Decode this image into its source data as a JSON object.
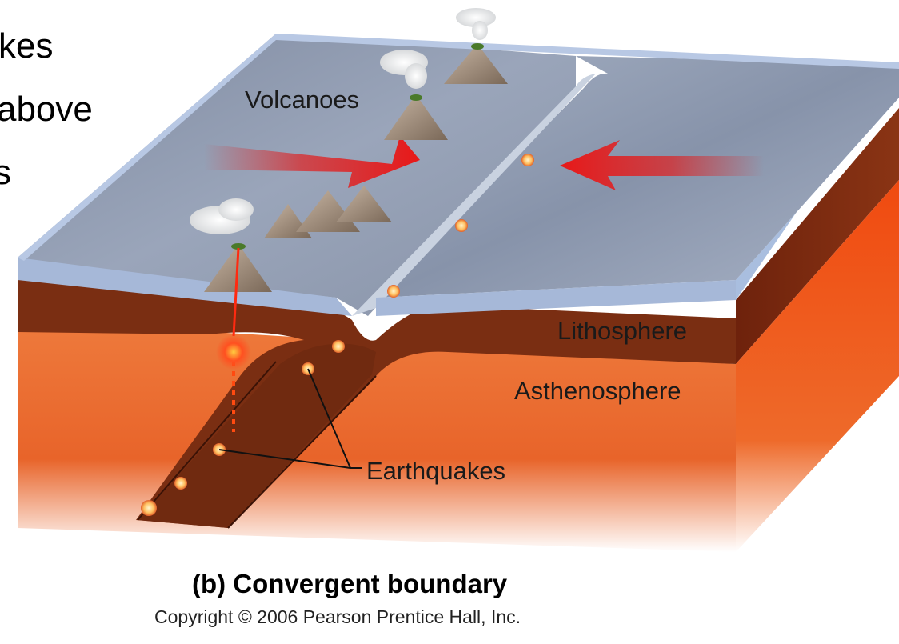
{
  "slide": {
    "side_text": [
      "kes",
      "above",
      "s"
    ]
  },
  "diagram": {
    "labels": {
      "volcanoes": "Volcanoes",
      "lithosphere": "Lithosphere",
      "asthenosphere": "Asthenosphere",
      "earthquakes": "Earthquakes"
    },
    "caption": "(b) Convergent boundary",
    "copyright": "Copyright © 2006 Pearson Prentice Hall, Inc."
  },
  "colors": {
    "ocean_surface": "#8a97ad",
    "ocean_edge": "#9fb4d6",
    "lithosphere": "#7a2e12",
    "asthenosphere": "#e8642a",
    "arrow": "#e02020",
    "earthquake": "#ffd27a",
    "magma": "#ff3010"
  },
  "icons": [
    "volcano-icon",
    "plate-motion-arrow",
    "earthquake-marker"
  ]
}
